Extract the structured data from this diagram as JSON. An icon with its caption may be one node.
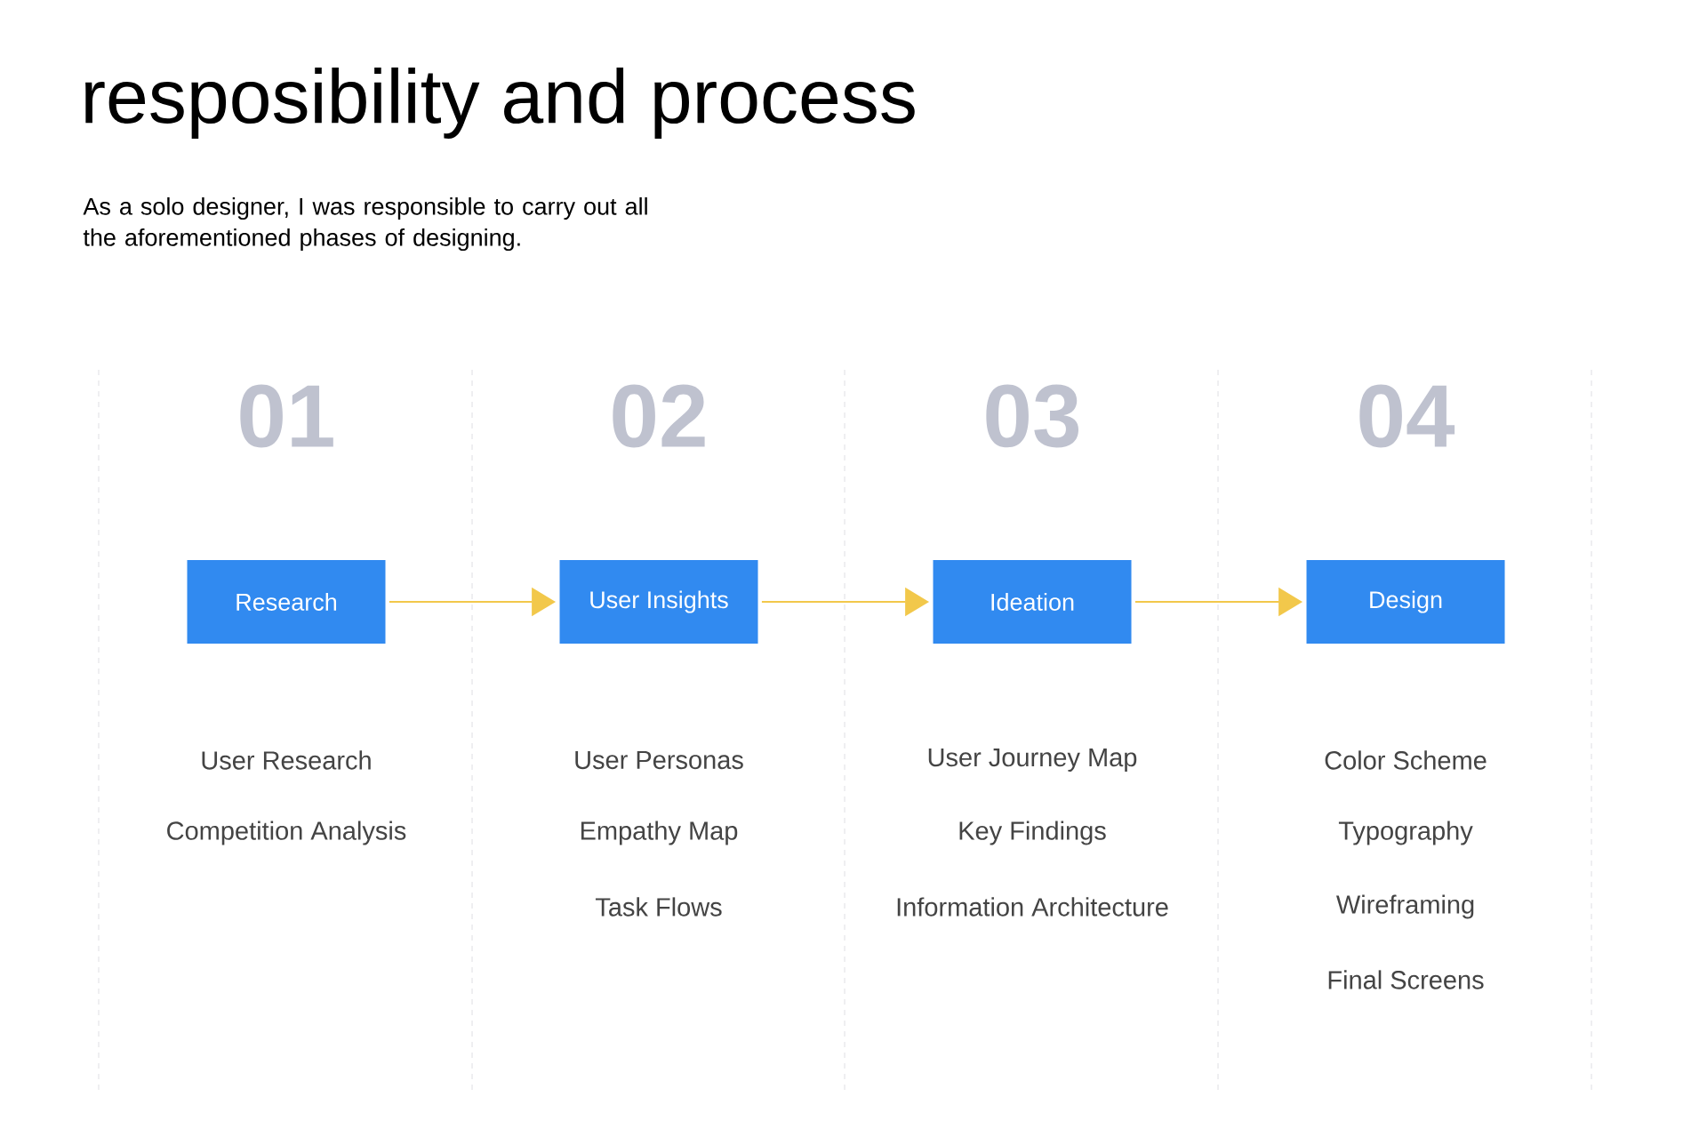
{
  "diagram": {
    "title": "resposibility and process",
    "nodes": [
      {
        "text": [
          "Research"
        ]
      },
      {
        "text": [
          "User Insights"
        ]
      },
      {
        "text": [
          "Ideation"
        ]
      },
      {
        "text": [
          "Design"
        ]
      }
    ],
    "edges": [
      {
        "from": 0,
        "to": 1,
        "arrow": "to"
      },
      {
        "from": 1,
        "to": 2,
        "arrow": "to"
      },
      {
        "from": 2,
        "to": 3,
        "arrow": "to"
      }
    ],
    "labels": [
      "As a solo designer, I was responsible to carry out all the aforementioned phases of designing.",
      "01",
      "02",
      "03",
      "04",
      "User Research",
      "Competition Analysis",
      "User Personas",
      "Empathy Map",
      "Task Flows",
      "User Journey Map",
      "Key Findings",
      "Information Architecture",
      "Color Scheme",
      "Typography",
      "Wireframing",
      "Final Screens"
    ]
  }
}
